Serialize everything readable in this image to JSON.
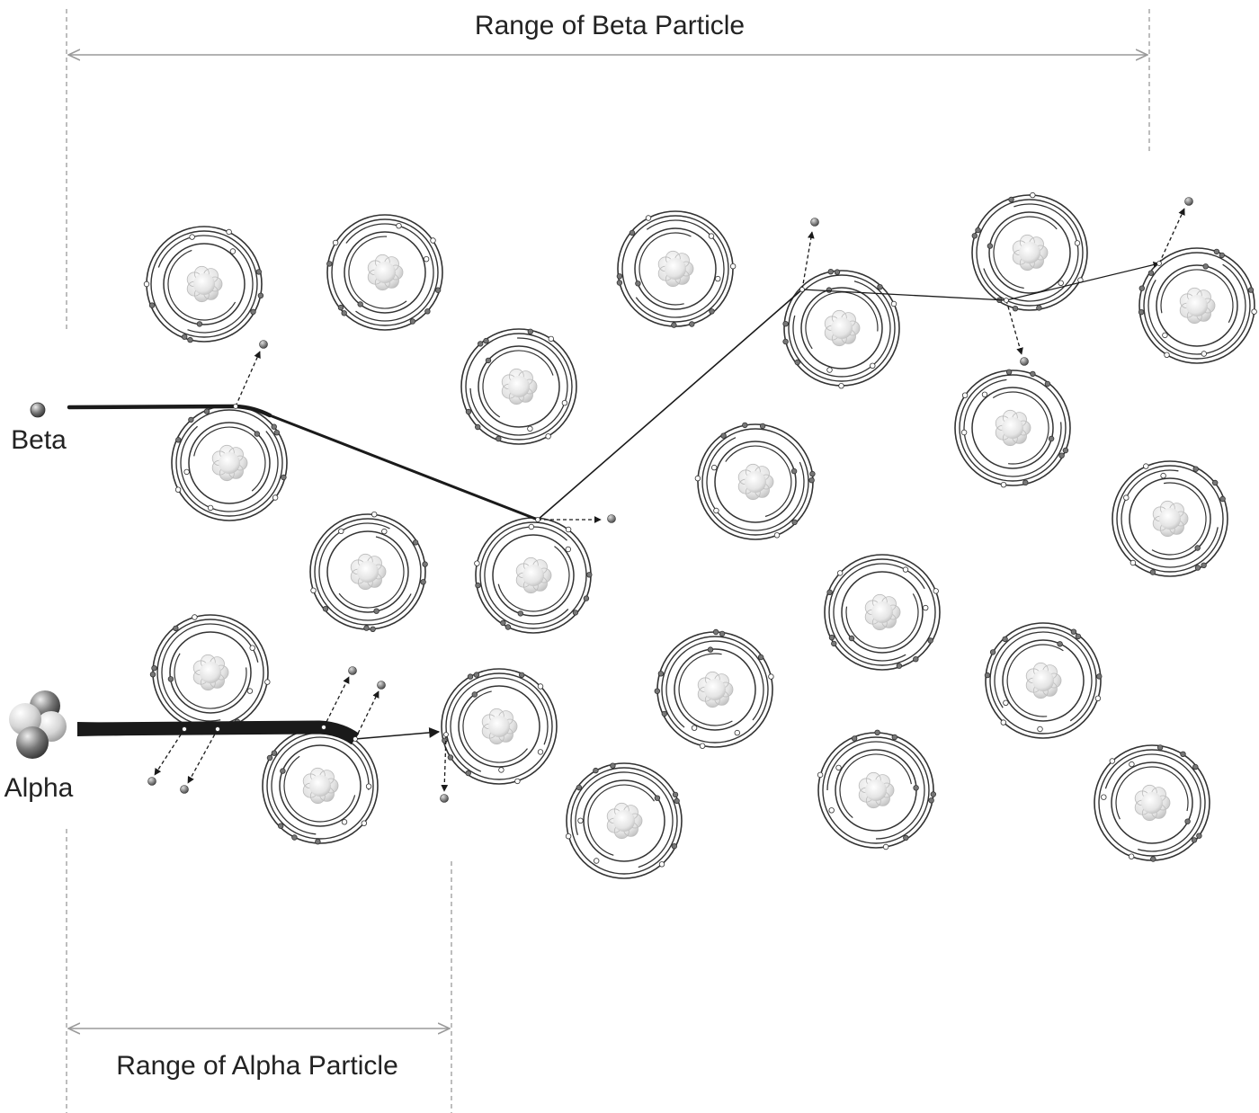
{
  "diagram": {
    "labels": {
      "range_beta": "Range of Beta Particle",
      "range_alpha": "Range of Alpha Particle",
      "beta": "Beta",
      "alpha": "Alpha"
    },
    "colors": {
      "line": "#1a1a1a",
      "dim_line": "#9a9a9a",
      "ring": "#333333",
      "nucleus": "#e6e6e6",
      "electron": "#666666"
    }
  }
}
